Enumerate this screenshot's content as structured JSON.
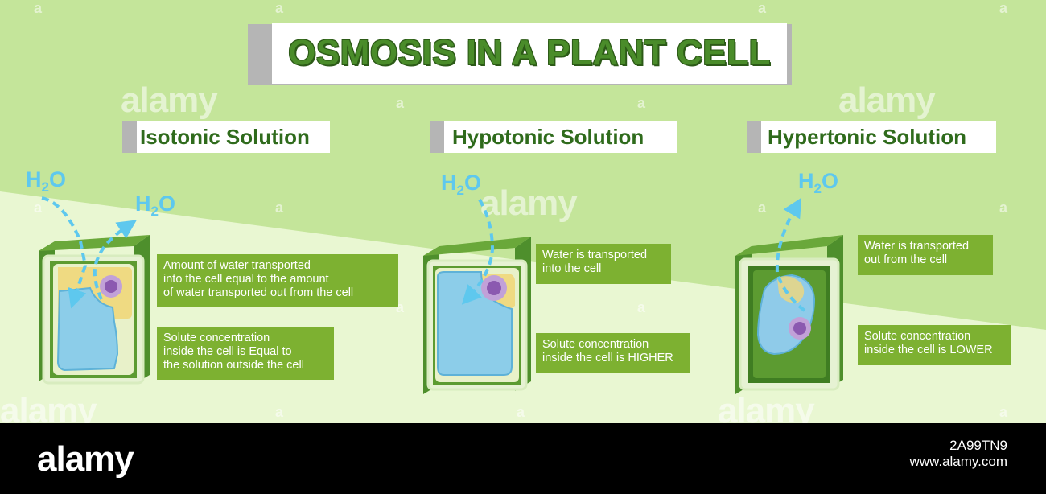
{
  "title": "OSMOSIS IN A PLANT CELL",
  "panels": [
    {
      "heading": "Isotonic Solution",
      "h2o_in": "H",
      "h2o_out": "H",
      "notes": [
        [
          "Amount of water transported",
          "into the cell equal to the amount",
          "of water transported out from the cell"
        ],
        [
          "Solute concentration",
          "inside the cell is Equal to",
          "the solution outside the cell"
        ]
      ]
    },
    {
      "heading": "Hypotonic  Solution",
      "notes": [
        [
          "Water is transported",
          "into the cell"
        ],
        [
          "Solute concentration",
          "inside the cell is HIGHER"
        ]
      ]
    },
    {
      "heading": "Hypertonic Solution",
      "notes": [
        [
          "Water is transported",
          "out from the cell"
        ],
        [
          "Solute concentration",
          "inside the cell is LOWER"
        ]
      ]
    }
  ],
  "h2o": {
    "h": "H",
    "sub": "2",
    "o": "O"
  },
  "watermark": {
    "logo": "alamy",
    "letter": "a"
  },
  "footer": {
    "logo": "alamy",
    "image_id": "2A99TN9",
    "url": "www.alamy.com"
  },
  "colors": {
    "bg_dark": "#c4e59a",
    "bg_light": "#e9f7d2",
    "box_green": "#7db131",
    "title_green": "#4a8c2a",
    "water": "#5ec8ee"
  }
}
